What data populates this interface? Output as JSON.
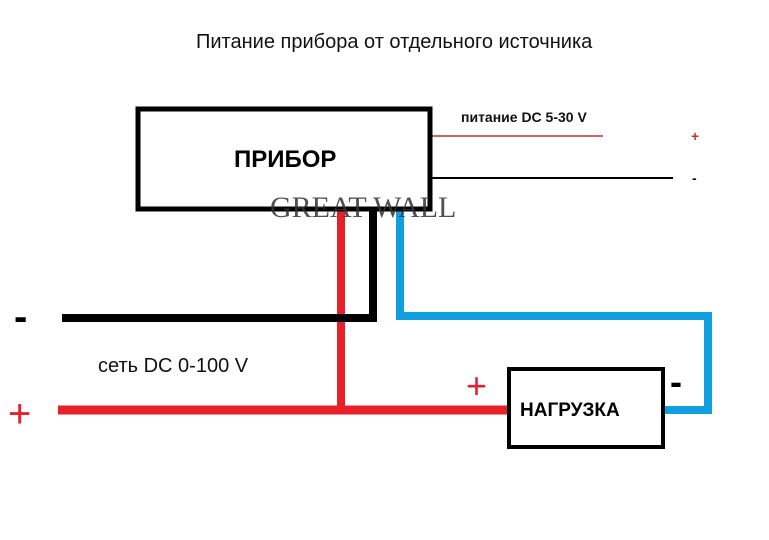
{
  "title": "Питание прибора от отдельного источника",
  "device": {
    "label": "ПРИБОР"
  },
  "supply": {
    "label": "питание DC 5-30 V",
    "plus": "+",
    "minus": "-"
  },
  "network": {
    "label": "сеть DC 0-100 V",
    "plus": "+",
    "minus": "-"
  },
  "load": {
    "label": "НАГРУЗКА",
    "plus": "+",
    "minus": "-"
  },
  "watermark": "GREAT WALL",
  "colors": {
    "red": "#e8202a",
    "black": "#000000",
    "blue": "#10a0e0",
    "supply_red": "#c03030"
  }
}
